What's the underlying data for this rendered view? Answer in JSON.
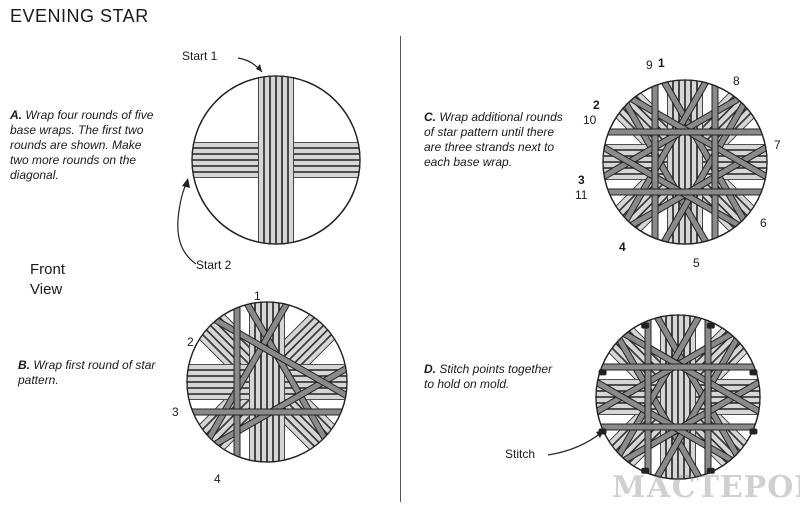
{
  "title": "EVENING STAR",
  "steps": {
    "a": {
      "letter": "A.",
      "text": " Wrap four rounds of five base wraps. The first two rounds are shown. Make two more rounds on the diagonal."
    },
    "b": {
      "letter": "B.",
      "text": " Wrap first round of star pattern."
    },
    "c": {
      "letter": "C.",
      "text": " Wrap additional rounds of star pattern until there are three strands next to each base wrap."
    },
    "d": {
      "letter": "D.",
      "text": " Stitch points together to hold on mold."
    }
  },
  "front_view": [
    "Front",
    "View"
  ],
  "labels": {
    "start1": "Start 1",
    "start2": "Start 2",
    "stitch": "Stitch",
    "b_nums": [
      "1",
      "2",
      "3",
      "4"
    ],
    "c_nums": [
      "9",
      "1",
      "8",
      "2",
      "10",
      "7",
      "3",
      "11",
      "6",
      "4",
      "5"
    ]
  },
  "watermark": "МАСТЕРОВАЯ",
  "colors": {
    "strand_fill": "#d6d6d6",
    "strand_dark": "#8a8a8a",
    "outline": "#222222",
    "stitch": "#222222"
  }
}
